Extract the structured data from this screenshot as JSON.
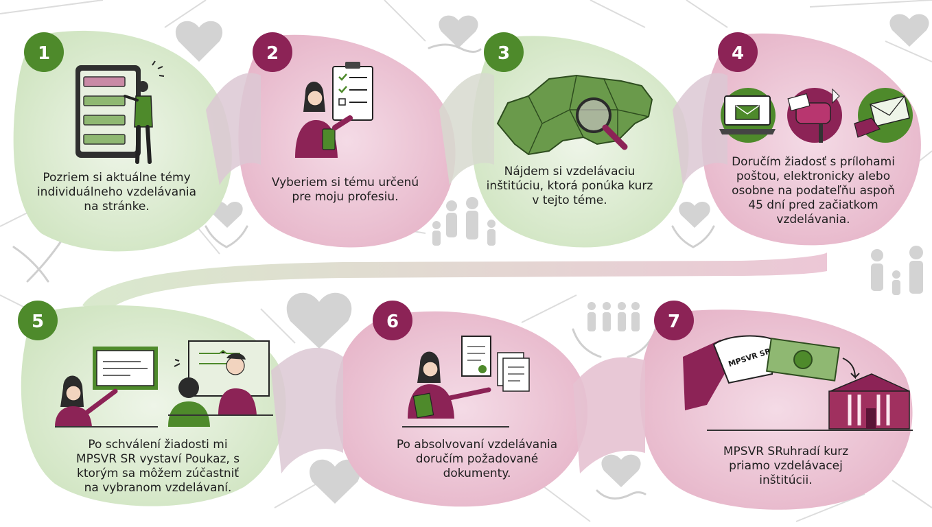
{
  "colors": {
    "green": "#4e8a2b",
    "magenta": "#8c2356",
    "green_bg": "#d5e8c8",
    "pink_bg": "#ecc0d2",
    "line_art": "#2b2b2b",
    "watermark": "#c9c9c9"
  },
  "steps": [
    {
      "number": "1",
      "color": "green",
      "icon": "tablet-person-icon",
      "lines": [
        "Pozriem si aktuálne témy",
        "individuálneho vzdelávania",
        "na stránke."
      ]
    },
    {
      "number": "2",
      "color": "magenta",
      "icon": "woman-checklist-icon",
      "lines": [
        "Vyberiem si tému určenú",
        "pre moju profesiu."
      ]
    },
    {
      "number": "3",
      "color": "green",
      "icon": "map-magnifier-icon",
      "lines": [
        "Nájdem si vzdelávaciu",
        "inštitúciu, ktorá ponúka kurz",
        "v tejto téme."
      ]
    },
    {
      "number": "4",
      "color": "magenta",
      "icon": "mail-delivery-icons",
      "lines": [
        "Doručím žiadosť s prílohami",
        "poštou, elektronicky alebo",
        "osobne na podateľňu aspoň",
        "45 dní pred začiatkom",
        "vzdelávania."
      ]
    },
    {
      "number": "5",
      "color": "green",
      "icon": "voucher-meeting-icon",
      "lines": [
        "Po schválení žiadosti mi",
        "MPSVR SR vystaví Poukaz, s",
        "ktorým sa môžem zúčastniť",
        "na vybranom vzdelávaní."
      ]
    },
    {
      "number": "6",
      "color": "magenta",
      "icon": "woman-documents-icon",
      "lines": [
        "Po absolvovaní vzdelávania",
        "doručím požadované",
        "dokumenty."
      ]
    },
    {
      "number": "7",
      "color": "magenta",
      "icon": "payment-institution-icon",
      "lines": [
        "MPSVR SRuhradí kurz",
        "priamo vzdelávacej",
        "inštitúcii."
      ]
    }
  ],
  "payment_stamp": "MPSVR SR"
}
